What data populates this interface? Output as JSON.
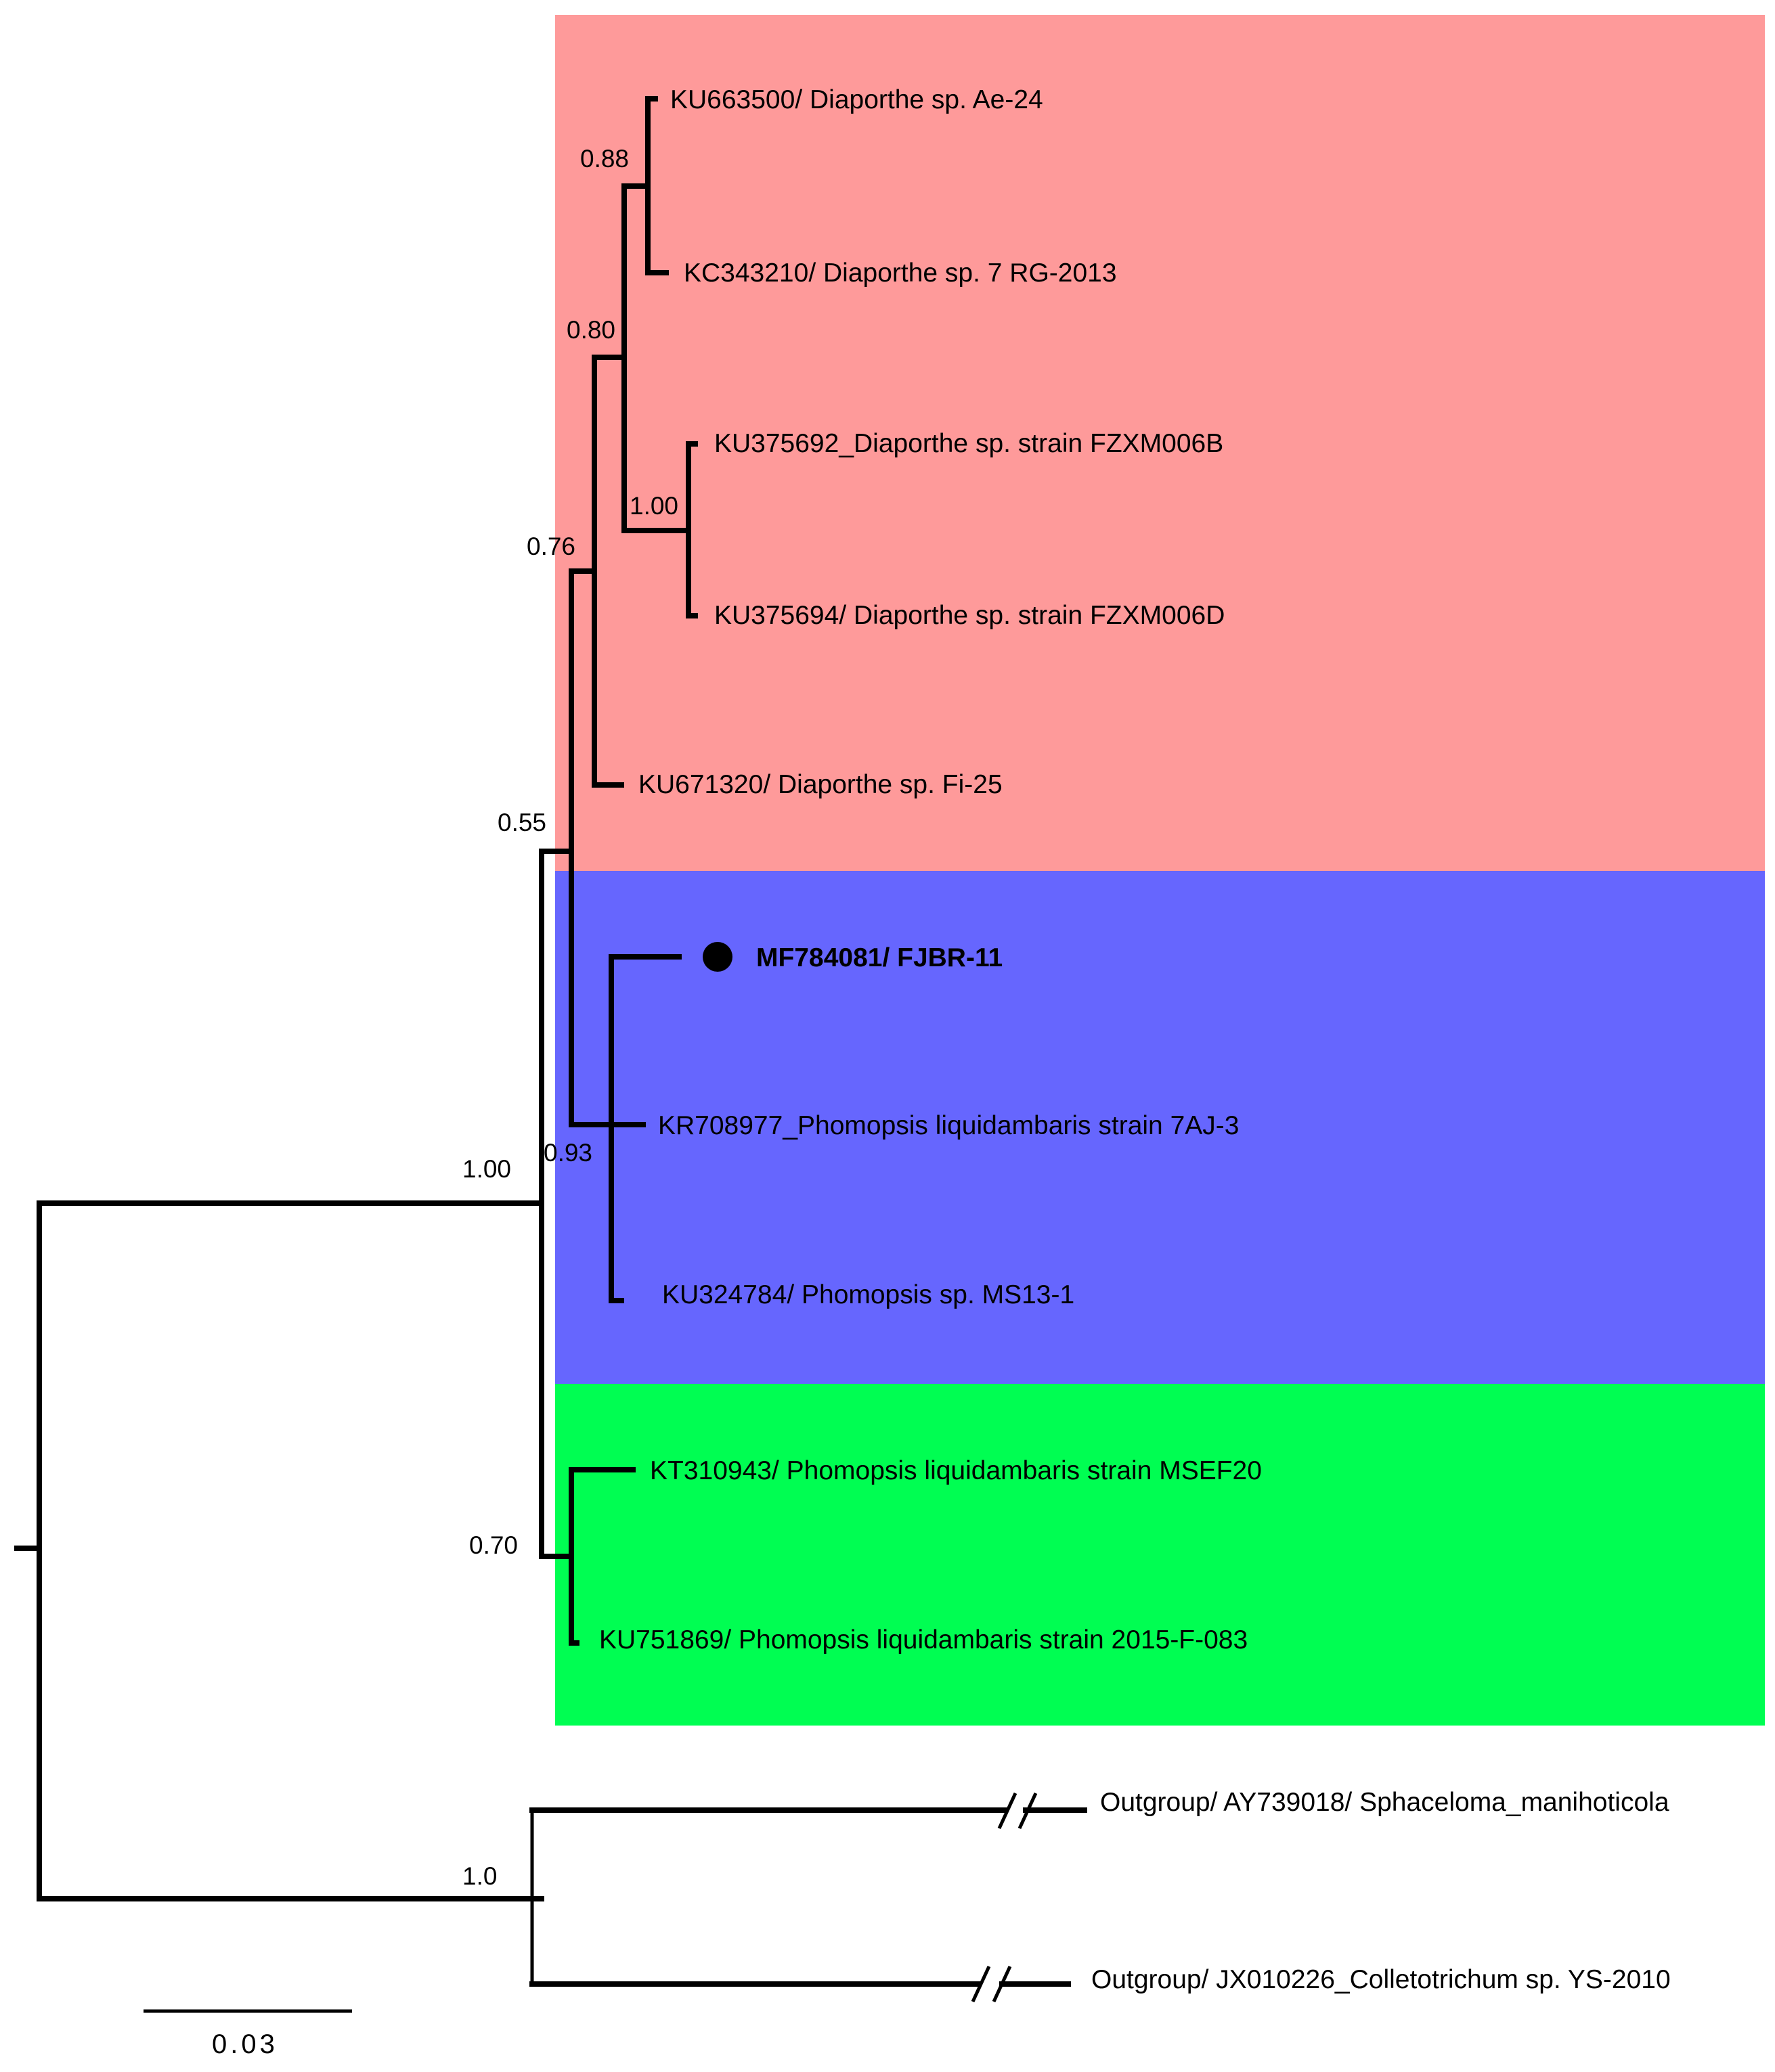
{
  "colors": {
    "clade_red": "#fe9a9a",
    "clade_blue": "#6666fe",
    "clade_green": "#00fe52",
    "branch": "#000000"
  },
  "taxa": {
    "t1": "KU663500/ Diaporthe  sp. Ae-24",
    "t2": "KC343210/ Diaporthe sp. 7 RG-2013",
    "t3": "KU375692_Diaporthe sp. strain FZXM006B",
    "t4": "KU375694/ Diaporthe sp. strain FZXM006D",
    "t5": "KU671320/ Diaporthe sp. Fi-25",
    "t6": "MF784081/ FJBR-11",
    "t7": "KR708977_Phomopsis liquidambaris strain 7AJ-3",
    "t8": "KU324784/ Phomopsis sp. MS13-1",
    "t9": "KT310943/ Phomopsis liquidambaris strain MSEF20",
    "t10": "KU751869/ Phomopsis liquidambaris strain 2015-F-083",
    "t11": "Outgroup/ AY739018/ Sphaceloma_manihoticola",
    "t12": "Outgroup/ JX010226_Colletotrichum sp. YS-2010"
  },
  "support": {
    "s088": "0.88",
    "s080": "0.80",
    "s100a": "1.00",
    "s076": "0.76",
    "s055": "0.55",
    "s093": "0.93",
    "s100b": "1.00",
    "s070": "0.70",
    "s10": "1.0"
  },
  "highlighted_taxon_marker": "filled-circle",
  "scale_bar": {
    "label": "0.03"
  }
}
